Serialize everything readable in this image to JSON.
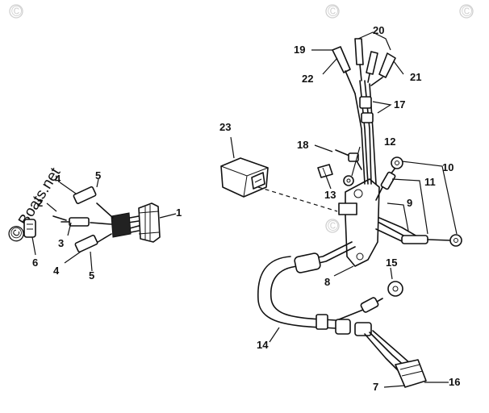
{
  "watermark": {
    "text": "Boats.net",
    "symbol": "©"
  },
  "callouts": [
    "1",
    "2",
    "3",
    "4",
    "5",
    "6",
    "7",
    "8",
    "9",
    "10",
    "11",
    "12",
    "13",
    "14",
    "15",
    "16",
    "17",
    "18",
    "19",
    "20",
    "21",
    "22",
    "23"
  ],
  "labels": {
    "l1": "1",
    "l2": "2",
    "l3": "3",
    "l4a": "4",
    "l4b": "4",
    "l5a": "5",
    "l5b": "5",
    "l6": "6",
    "l7": "7",
    "l8": "8",
    "l9": "9",
    "l10": "10",
    "l11": "11",
    "l12": "12",
    "l13": "13",
    "l14": "14",
    "l15": "15",
    "l16": "16",
    "l17": "17",
    "l18": "18",
    "l19": "19",
    "l20": "20",
    "l21": "21",
    "l22": "22",
    "l23": "23"
  }
}
